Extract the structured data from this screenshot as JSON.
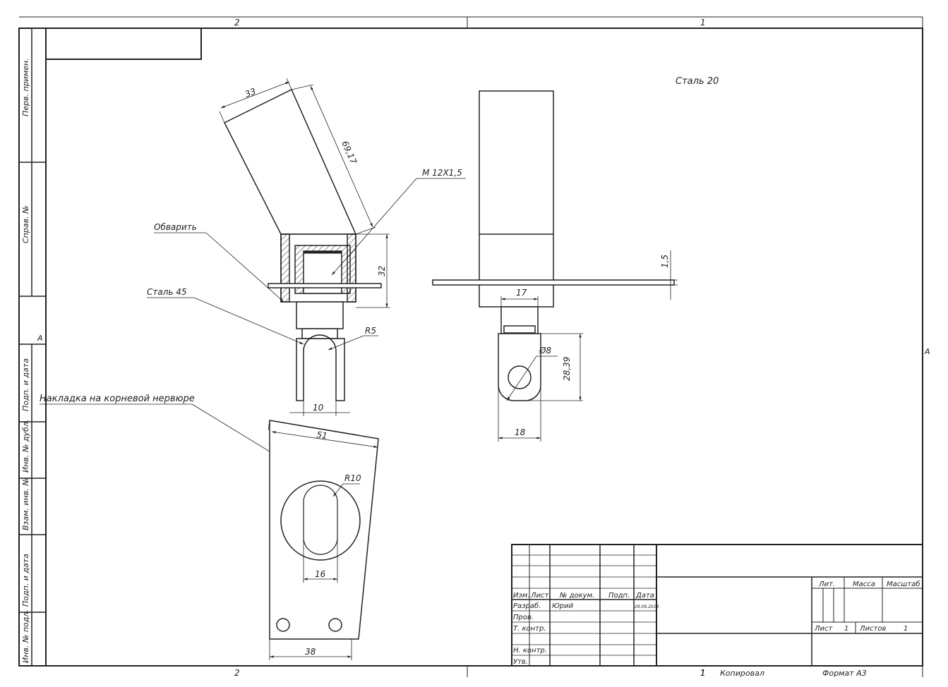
{
  "zones": {
    "top_left": "2",
    "top_right": "1",
    "bottom_left": "2",
    "bottom_right": "1",
    "left_mark": "A",
    "right_mark": "A"
  },
  "side_stamp": [
    "Перв. примен.",
    "Справ. №",
    "Подп. и дата",
    "Инв. № дубл.",
    "Взам. инв. №",
    "Подп. и дата",
    "Инв. № подл."
  ],
  "material_note": "Сталь 20",
  "annotations": {
    "thread": "М 12Х1,5",
    "weld": "Обварить",
    "steel45": "Сталь 45",
    "plate": "Накладка на корневой нервюре"
  },
  "dimensions": {
    "d33": "33",
    "d6917": "69,17",
    "d32": "32",
    "dR5": "R5",
    "d10": "10",
    "d51": "51",
    "dR10": "R10",
    "d16": "16",
    "d38": "38",
    "d15": "1,5",
    "d17": "17",
    "dphi8": "Ø8",
    "d2839": "28,39",
    "d18": "18"
  },
  "title_block": {
    "headers": {
      "izm": "Изм.",
      "list": "Лист",
      "doc": "№ докум.",
      "sign": "Подп.",
      "date": "Дата"
    },
    "rows": {
      "razrab": "Разраб.",
      "prov": "Пров.",
      "tkontr": "Т. контр.",
      "nkontr": "Н. контр.",
      "utv": "Утв."
    },
    "developer": "Юрий",
    "date_value": "29.09.2014",
    "lit": "Лит.",
    "mass": "Масса",
    "scale": "Масштаб",
    "sheet_label": "Лист",
    "sheet_value": "1",
    "sheets_label": "Листов",
    "sheets_value": "1"
  },
  "footer": {
    "copied": "Копировал",
    "format": "Формат А3",
    "number": "1"
  }
}
